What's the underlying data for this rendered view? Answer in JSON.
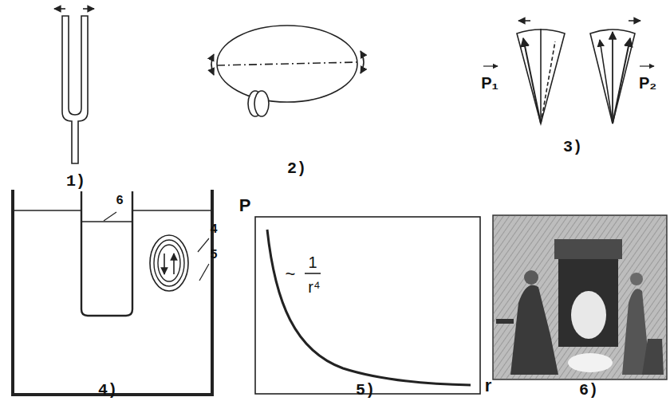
{
  "diagram": {
    "labels": [
      "1)",
      "2)",
      "3)",
      "P₁",
      "P₂",
      "6",
      "4",
      "5",
      "4)",
      "P",
      "~",
      "1",
      "r⁴",
      "r",
      "5)",
      "6)"
    ]
  }
}
